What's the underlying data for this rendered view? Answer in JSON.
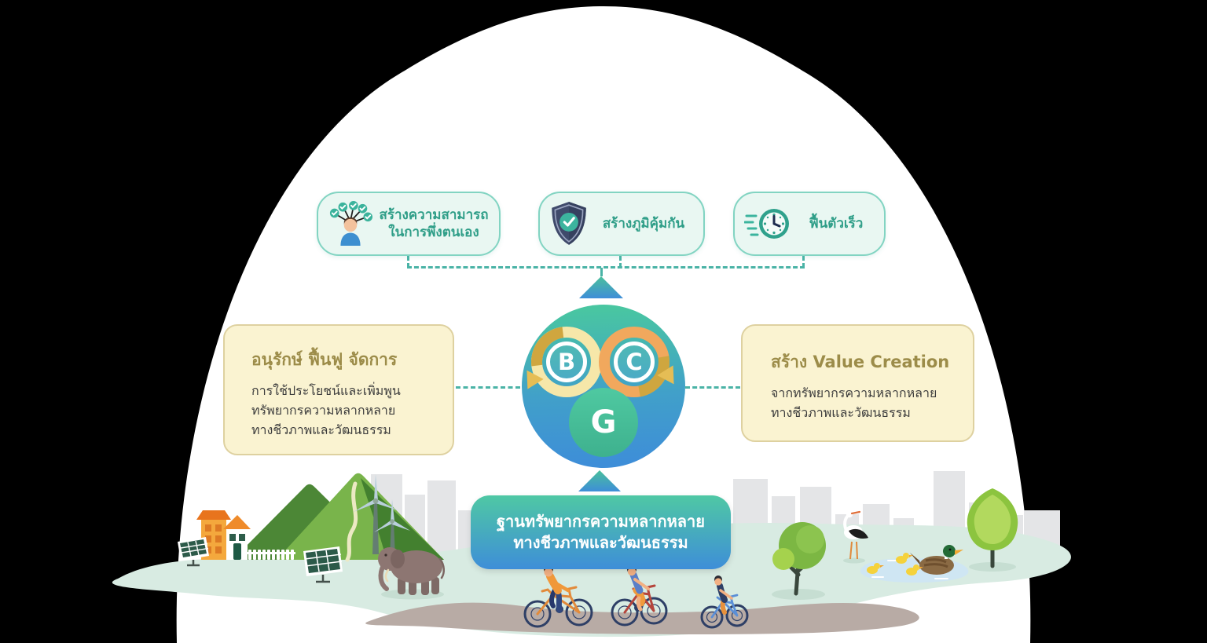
{
  "colors": {
    "background": "#000000",
    "dome": "#ffffff",
    "accent_teal": "#3cb49e",
    "dashed_line": "#4ab3a6",
    "pill_bg": "#e9f7f2",
    "pill_border": "#82d4c2",
    "pill_text": "#2f9e88",
    "yellow_box_bg": "#faf3d1",
    "yellow_box_border": "#ded1a0",
    "yellow_title": "#9c8c49",
    "circle_gradient_top": "#49c6a1",
    "circle_gradient_bottom": "#3e8ed8",
    "loop_b_ring": "#f6e7a9",
    "loop_c_ring": "#f1a85d",
    "ground_mint": "#d8ebe2",
    "skyline_gray": "#e4e5e7"
  },
  "outcomes": [
    {
      "label": "สร้างความสามารถ\nในการพึ่งตนเอง",
      "icon": "self-reliance-icon"
    },
    {
      "label": "สร้างภูมิคุ้มกัน",
      "icon": "immunity-shield-icon"
    },
    {
      "label": "ฟื้นตัวเร็ว",
      "icon": "fast-recovery-clock-icon"
    }
  ],
  "left_box": {
    "title": "อนุรักษ์ ฟื้นฟู จัดการ",
    "body": "การใช้ประโยชน์และเพิ่มพูน\nทรัพยากรความหลากหลาย\nทางชีวภาพและวัฒนธรรม"
  },
  "right_box": {
    "title": "สร้าง Value Creation",
    "body": "จากทรัพยากรความหลากหลาย\nทางชีวภาพและวัฒนธรรม"
  },
  "bcg": {
    "b": "B",
    "c": "C",
    "g": "G"
  },
  "base_box": {
    "label": "ฐานทรัพยากรความหลากหลาย\nทางชีวภาพและวัฒนธรรม"
  }
}
